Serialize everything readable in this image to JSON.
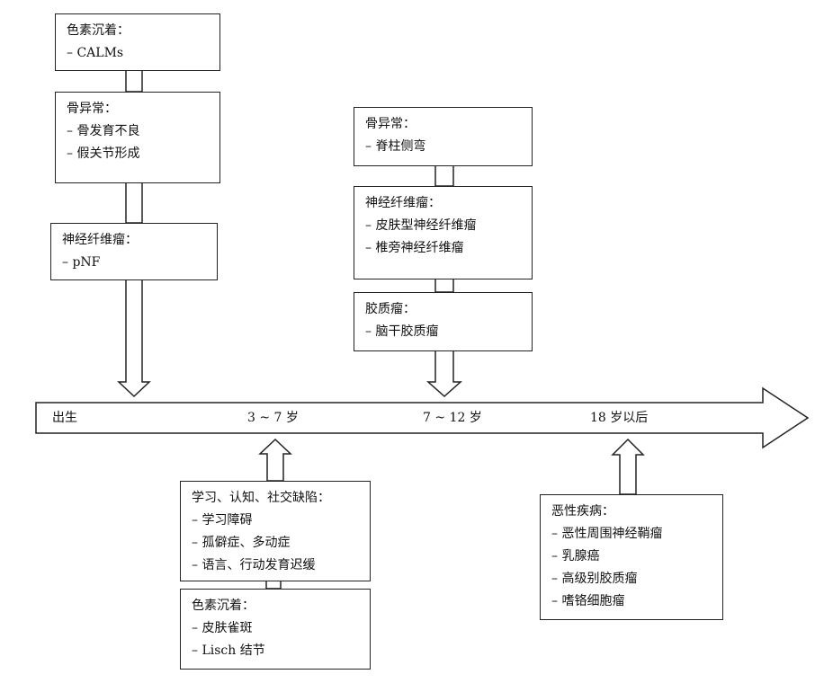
{
  "timeline": {
    "labels": [
      "出生",
      "3 ~ 7 岁",
      "7 ~ 12 岁",
      "18 岁以后"
    ]
  },
  "boxes": {
    "birth_pigment": {
      "title": "色素沉着：",
      "items": [
        "CALMs"
      ]
    },
    "birth_bone": {
      "title": "骨异常：",
      "items": [
        "骨发育不良",
        "假关节形成"
      ]
    },
    "birth_nf": {
      "title": "神经纤维瘤：",
      "items": [
        "pNF"
      ]
    },
    "age712_bone": {
      "title": "骨异常：",
      "items": [
        "脊柱侧弯"
      ]
    },
    "age712_nf": {
      "title": "神经纤维瘤：",
      "items": [
        "皮肤型神经纤维瘤",
        "椎旁神经纤维瘤"
      ]
    },
    "age712_glioma": {
      "title": "胶质瘤：",
      "items": [
        "脑干胶质瘤"
      ]
    },
    "age37_learning": {
      "title": "学习、认知、社交缺陷：",
      "items": [
        "学习障碍",
        "孤僻症、多动症",
        "语言、行动发育迟缓"
      ]
    },
    "age37_pigment": {
      "title": "色素沉着：",
      "items": [
        "皮肤雀斑",
        "Lisch 结节"
      ]
    },
    "age18_malignant": {
      "title": "恶性疾病：",
      "items": [
        "恶性周围神经鞘瘤",
        "乳腺癌",
        "高级别胶质瘤",
        "嗜铬细胞瘤"
      ]
    }
  }
}
